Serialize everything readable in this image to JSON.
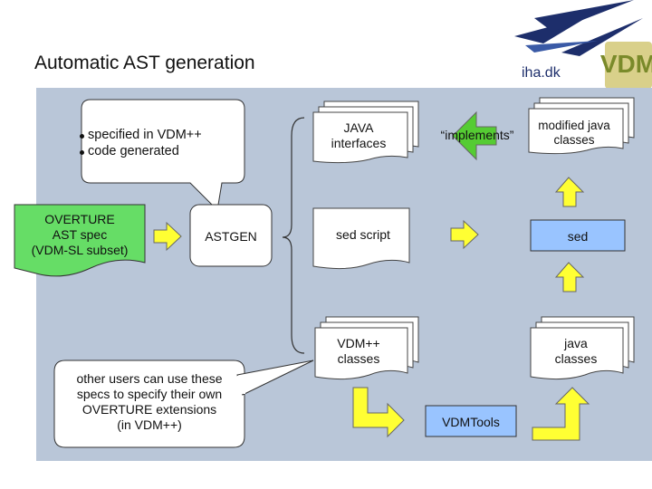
{
  "title": "Automatic AST generation",
  "logo": {
    "text": "iha.dk",
    "vdm_letters": "VDM",
    "colors": {
      "navy": "#1d2e6b",
      "green": "#7a8a2a",
      "gold": "#c9a227"
    }
  },
  "callout_top": {
    "bullets": [
      "specified in VDM++",
      "code generated"
    ]
  },
  "overture_doc": {
    "lines": [
      "OVERTURE",
      "AST spec",
      "(VDM-SL subset)"
    ],
    "color": "#66dd66"
  },
  "astgen_label": "ASTGEN",
  "java_interfaces": {
    "lines": [
      "JAVA",
      "interfaces"
    ]
  },
  "implements_label": "“implements”",
  "modified_java": {
    "lines": [
      "modified java",
      "classes"
    ]
  },
  "sed_script": "sed script",
  "sed_box": "sed",
  "vdm_classes": {
    "lines": [
      "VDM++",
      "classes"
    ]
  },
  "java_classes": {
    "lines": [
      "java",
      "classes"
    ]
  },
  "callout_bottom": {
    "lines": [
      "other users can use these",
      "specs to specify their own",
      "OVERTURE extensions",
      "(in VDM++)"
    ]
  },
  "vdmtools_label": "VDMTools",
  "colors": {
    "panel": "#b9c6d8",
    "arrow_yellow": "#ffff33",
    "arrow_green": "#55cc33",
    "process_box": "#99c4ff",
    "doc_white": "#ffffff",
    "callout": "#ffffff"
  }
}
